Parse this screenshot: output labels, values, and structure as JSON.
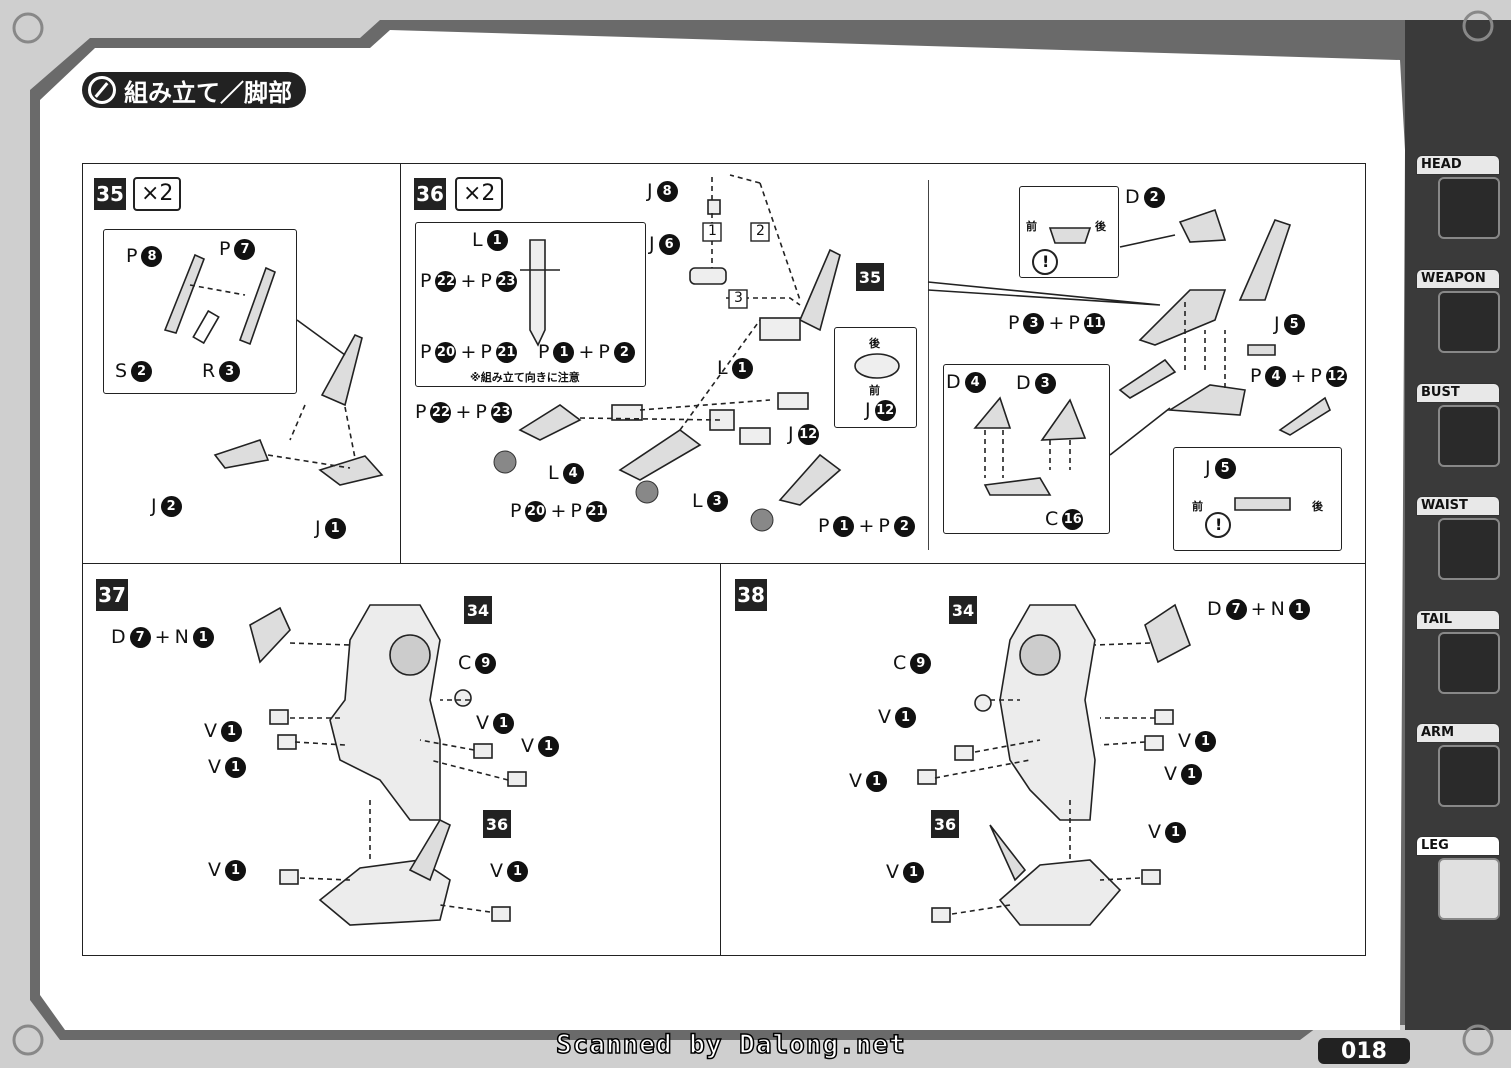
{
  "header": {
    "title": "組み立て／脚部"
  },
  "tabs": [
    {
      "label": "HEAD",
      "icon": "dragon-head-icon",
      "active": false
    },
    {
      "label": "WEAPON",
      "icon": "claw-weapon-icon",
      "active": false
    },
    {
      "label": "BUST",
      "icon": "bust-icon",
      "active": false
    },
    {
      "label": "WAIST",
      "icon": "waist-icon",
      "active": false
    },
    {
      "label": "TAIL",
      "icon": "tail-icon",
      "active": false
    },
    {
      "label": "ARM",
      "icon": "arm-icon",
      "active": false
    },
    {
      "label": "LEG",
      "icon": "leg-icon",
      "active": true
    }
  ],
  "steps": {
    "s35": {
      "number": "35",
      "multiplier": "×2"
    },
    "s36": {
      "number": "36",
      "multiplier": "×2",
      "note": "※組み立て向きに注意"
    },
    "s37": {
      "number": "37"
    },
    "s38": {
      "number": "38"
    }
  },
  "arrow_steps": [
    "1",
    "2",
    "3"
  ],
  "orientation": {
    "front": "前",
    "back": "後"
  },
  "callouts": {
    "c34": "34",
    "c35": "35",
    "c36": "36"
  },
  "parts": {
    "p8": {
      "letter": "P",
      "n": "8"
    },
    "p7": {
      "letter": "P",
      "n": "7"
    },
    "s2": {
      "letter": "S",
      "n": "2"
    },
    "r3": {
      "letter": "R",
      "n": "3"
    },
    "j2": {
      "letter": "J",
      "n": "2"
    },
    "j1": {
      "letter": "J",
      "n": "1"
    },
    "l1": {
      "letter": "L",
      "n": "1"
    },
    "p22p23": {
      "a": "P",
      "an": "22",
      "b": "P",
      "bn": "23"
    },
    "p20p21": {
      "a": "P",
      "an": "20",
      "b": "P",
      "bn": "21"
    },
    "p1p2": {
      "a": "P",
      "an": "1",
      "b": "P",
      "bn": "2"
    },
    "j8": {
      "letter": "J",
      "n": "8"
    },
    "j6": {
      "letter": "J",
      "n": "6"
    },
    "j12": {
      "letter": "J",
      "n": "12"
    },
    "l4": {
      "letter": "L",
      "n": "4"
    },
    "l3": {
      "letter": "L",
      "n": "3"
    },
    "d2": {
      "letter": "D",
      "n": "2"
    },
    "j5": {
      "letter": "J",
      "n": "5"
    },
    "p3p11": {
      "a": "P",
      "an": "3",
      "b": "P",
      "bn": "11"
    },
    "p4p12": {
      "a": "P",
      "an": "4",
      "b": "P",
      "bn": "12"
    },
    "d4": {
      "letter": "D",
      "n": "4"
    },
    "d3": {
      "letter": "D",
      "n": "3"
    },
    "c16": {
      "letter": "C",
      "n": "16"
    },
    "d7n1": {
      "a": "D",
      "an": "7",
      "b": "N",
      "bn": "1"
    },
    "c9": {
      "letter": "C",
      "n": "9"
    },
    "v1": {
      "letter": "V",
      "n": "1"
    }
  },
  "footer": {
    "credit": "Scanned by Dalong.net",
    "page": "018"
  }
}
